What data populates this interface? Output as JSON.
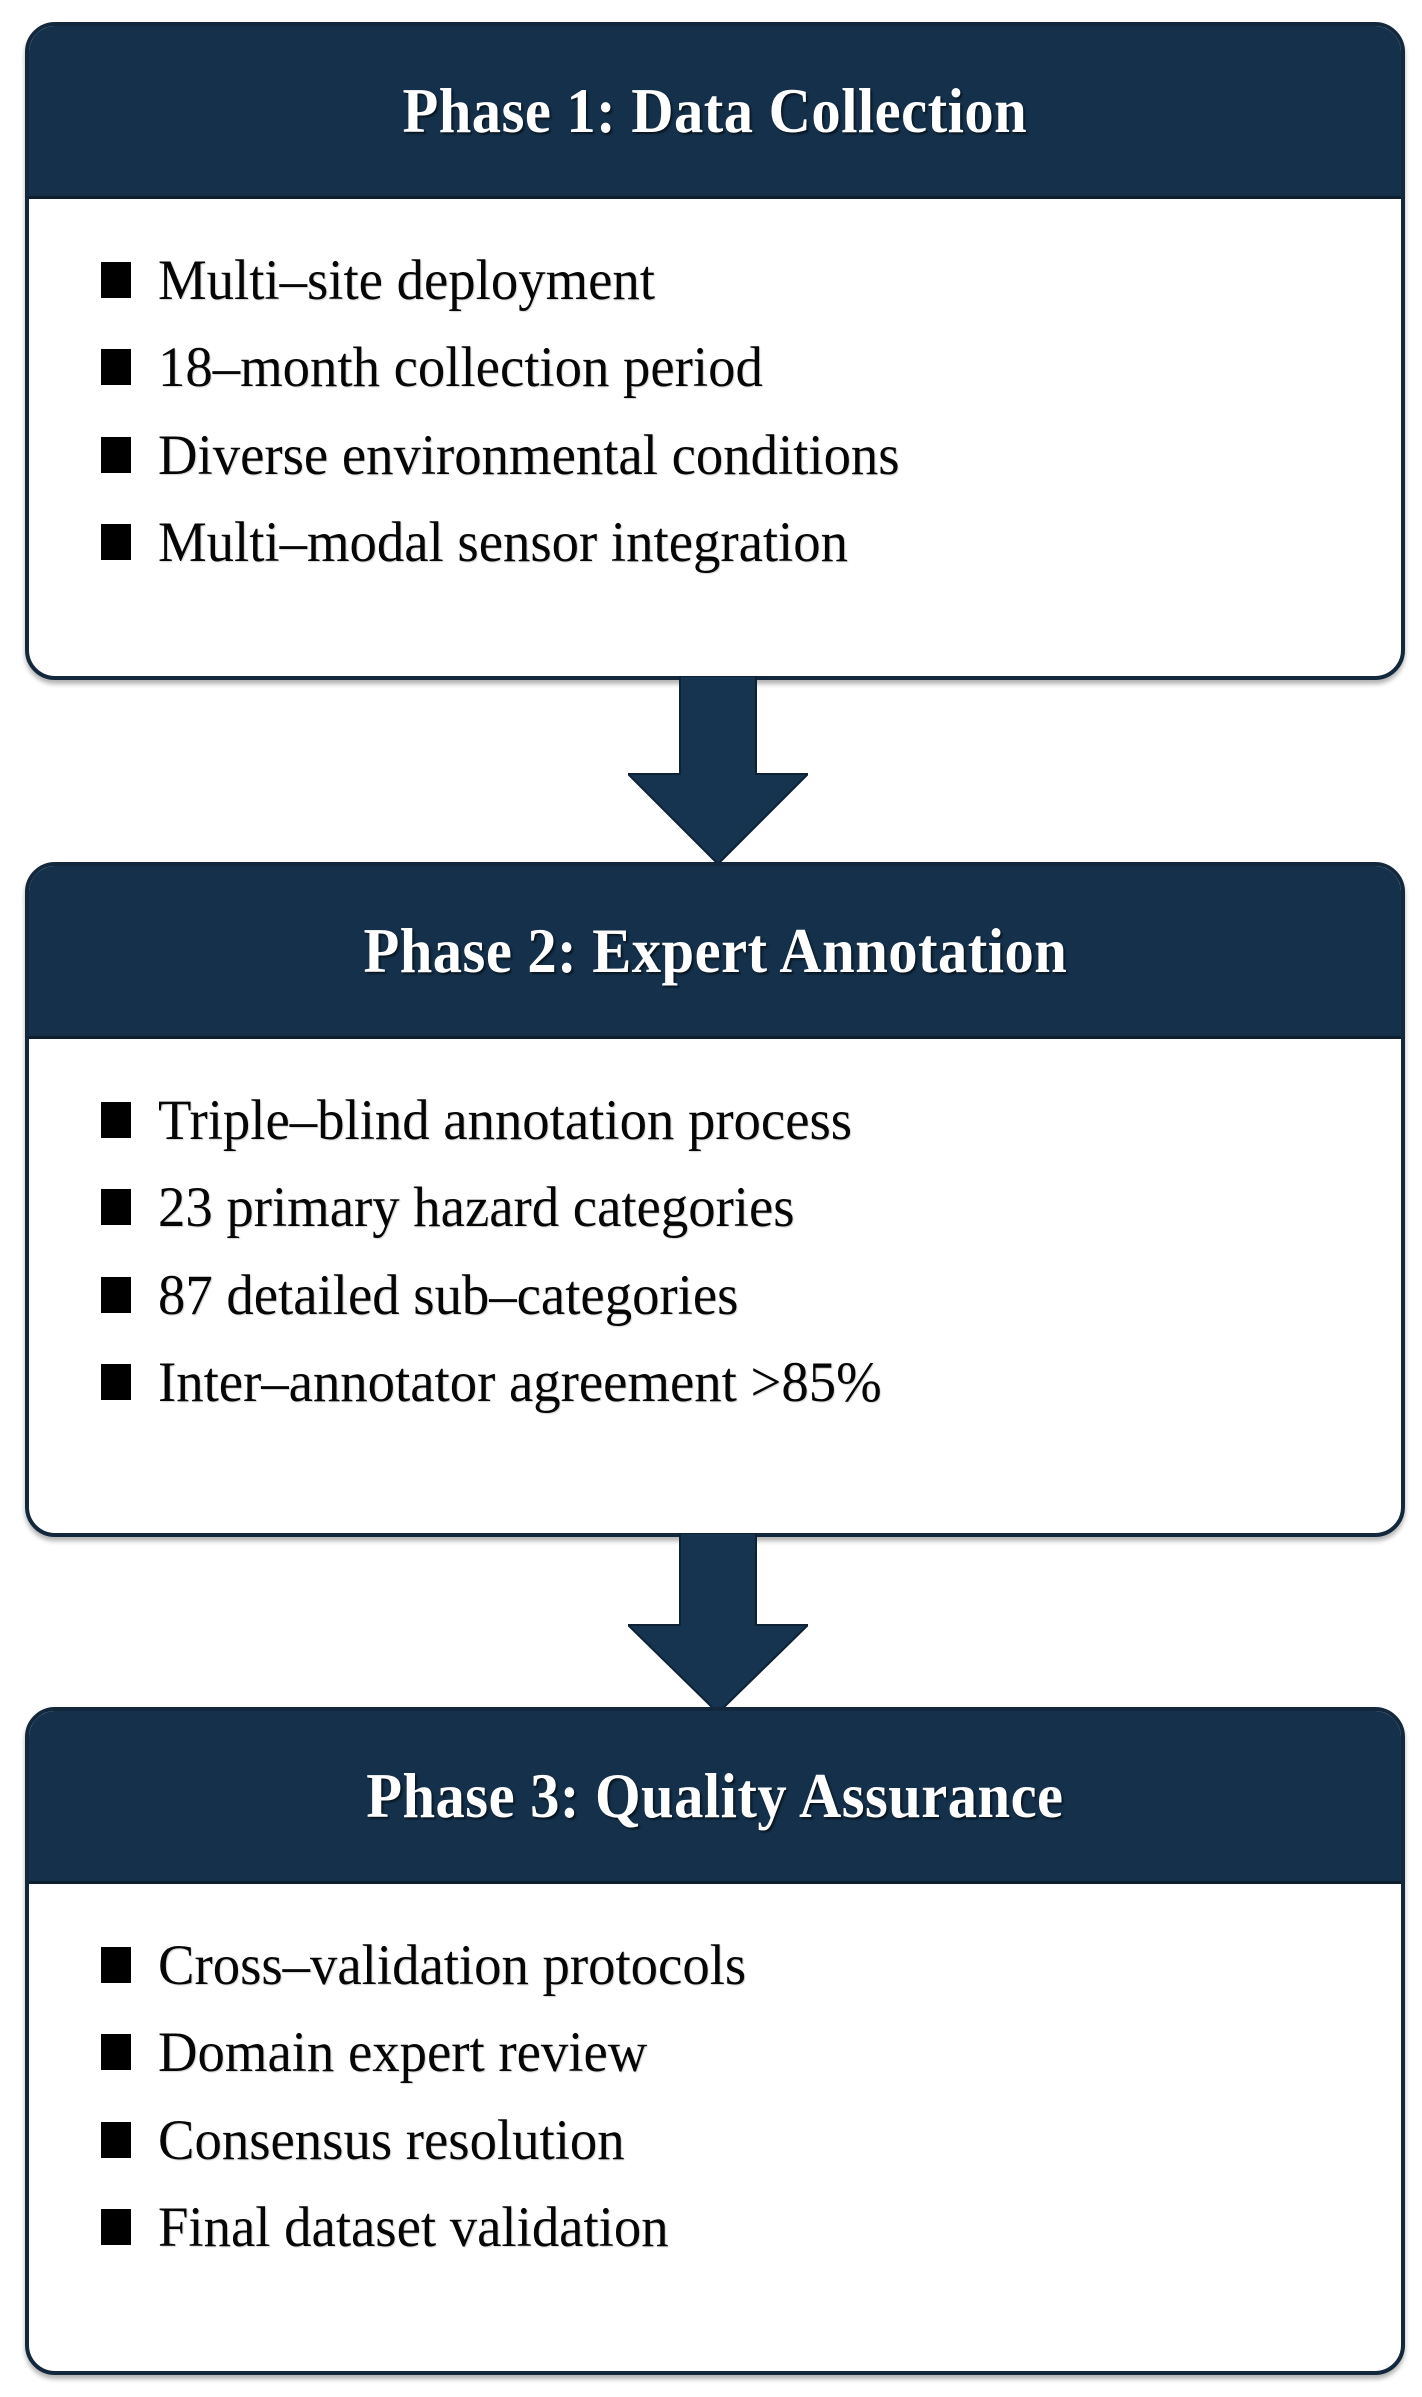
{
  "diagram": {
    "type": "flowchart",
    "orientation": "vertical",
    "accent_color": "#14304a",
    "border_color": "#13283c",
    "header_text_color": "#ffffff",
    "body_background": "#ffffff",
    "bullet_color": "#000000",
    "bullet_glyph": "filled-square",
    "phases": [
      {
        "title": "Phase 1: Data Collection",
        "bullets": [
          "Multi–site deployment",
          "18–month collection period",
          "Diverse environmental conditions",
          "Multi–modal sensor integration"
        ]
      },
      {
        "title": "Phase 2: Expert Annotation",
        "bullets": [
          "Triple–blind annotation process",
          "23 primary hazard categories",
          "87 detailed sub–categories",
          "Inter–annotator agreement >85%"
        ]
      },
      {
        "title": "Phase 3: Quality Assurance",
        "bullets": [
          "Cross–validation protocols",
          "Domain expert review",
          "Consensus resolution",
          "Final dataset validation"
        ]
      }
    ],
    "connectors": [
      {
        "from": "Phase 1: Data Collection",
        "to": "Phase 2: Expert Annotation",
        "shape": "down-arrow"
      },
      {
        "from": "Phase 2: Expert Annotation",
        "to": "Phase 3: Quality Assurance",
        "shape": "down-arrow"
      }
    ]
  }
}
